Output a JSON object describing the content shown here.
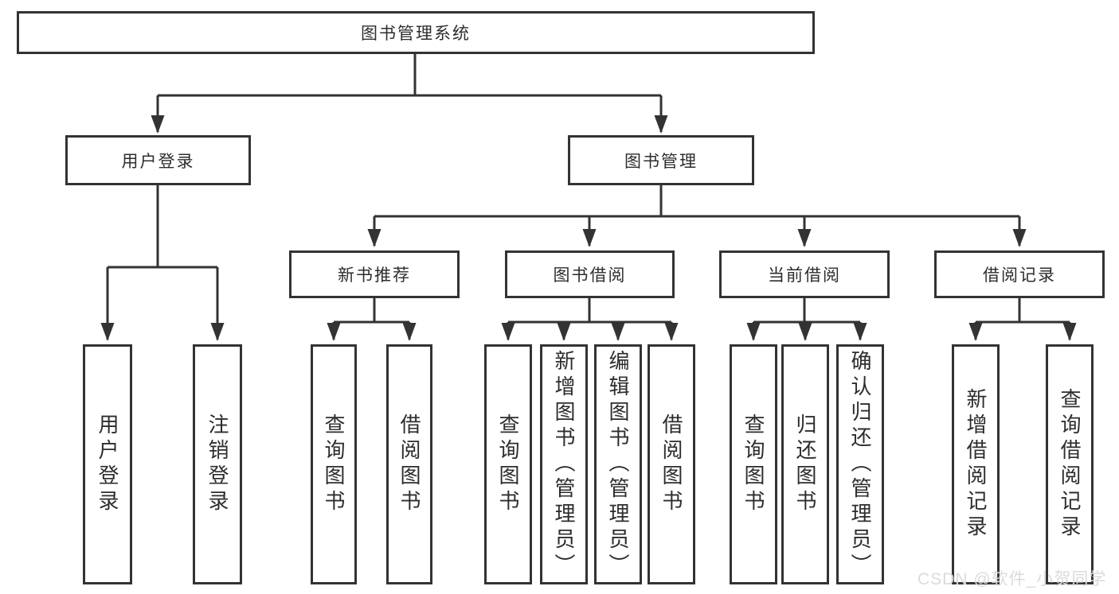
{
  "colors": {
    "line": "#333333",
    "box_border": "#333333",
    "box_background": "#ffffff",
    "text": "#2d2d2d",
    "watermark_text": "#dadada",
    "page_background": "#ffffff"
  },
  "watermark": {
    "text": "CSDN @软件_小贺同学"
  },
  "tree": {
    "root": {
      "label": "图书管理系统"
    },
    "branches": [
      {
        "label": "用户登录",
        "children": [
          {
            "label": "用户登录"
          },
          {
            "label": "注销登录"
          }
        ]
      },
      {
        "label": "图书管理",
        "children": [
          {
            "label": "新书推荐",
            "children": [
              {
                "label": "查询图书"
              },
              {
                "label": "借阅图书"
              }
            ]
          },
          {
            "label": "图书借阅",
            "children": [
              {
                "label": "查询图书"
              },
              {
                "label": "新增图书（管理员）"
              },
              {
                "label": "编辑图书（管理员）"
              },
              {
                "label": "借阅图书"
              }
            ]
          },
          {
            "label": "当前借阅",
            "children": [
              {
                "label": "查询图书"
              },
              {
                "label": "归还图书"
              },
              {
                "label": "确认归还（管理员）"
              }
            ]
          },
          {
            "label": "借阅记录",
            "children": [
              {
                "label": "新增借阅记录"
              },
              {
                "label": "查询借阅记录"
              }
            ]
          }
        ]
      }
    ]
  }
}
